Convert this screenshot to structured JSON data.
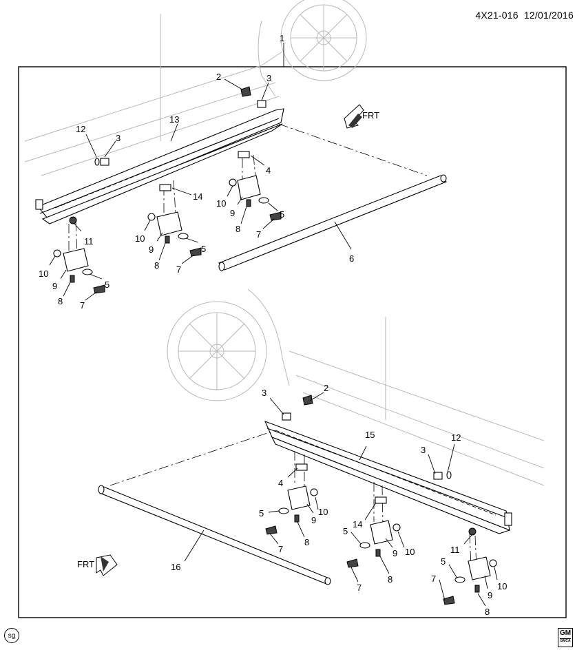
{
  "header": {
    "code": "4X21-016",
    "date": "12/01/2016"
  },
  "footer": {
    "sg_mark": "sg",
    "gm_logo_top": "GM",
    "gm_logo_bottom": "GMCA"
  },
  "direction_marker": "FRT",
  "callouts": {
    "top": [
      {
        "id": "c1",
        "text": "1"
      },
      {
        "id": "c2",
        "text": "2"
      },
      {
        "id": "c3a",
        "text": "3"
      },
      {
        "id": "c3b",
        "text": "3"
      },
      {
        "id": "c12",
        "text": "12"
      },
      {
        "id": "c13",
        "text": "13"
      },
      {
        "id": "c4",
        "text": "4"
      },
      {
        "id": "c14",
        "text": "14"
      },
      {
        "id": "c10a",
        "text": "10"
      },
      {
        "id": "c9a",
        "text": "9"
      },
      {
        "id": "c5a",
        "text": "5"
      },
      {
        "id": "c8a",
        "text": "8"
      },
      {
        "id": "c7a",
        "text": "7"
      },
      {
        "id": "c10b",
        "text": "10"
      },
      {
        "id": "c9b",
        "text": "9"
      },
      {
        "id": "c5b",
        "text": "5"
      },
      {
        "id": "c8b",
        "text": "8"
      },
      {
        "id": "c7b",
        "text": "7"
      },
      {
        "id": "c11",
        "text": "11"
      },
      {
        "id": "c10c",
        "text": "10"
      },
      {
        "id": "c9c",
        "text": "9"
      },
      {
        "id": "c5c",
        "text": "5"
      },
      {
        "id": "c8c",
        "text": "8"
      },
      {
        "id": "c7c",
        "text": "7"
      },
      {
        "id": "c6",
        "text": "6"
      }
    ],
    "bottom": [
      {
        "id": "d3a",
        "text": "3"
      },
      {
        "id": "d2",
        "text": "2"
      },
      {
        "id": "d15",
        "text": "15"
      },
      {
        "id": "d12",
        "text": "12"
      },
      {
        "id": "d3b",
        "text": "3"
      },
      {
        "id": "d4",
        "text": "4"
      },
      {
        "id": "d5a",
        "text": "5"
      },
      {
        "id": "d9a",
        "text": "9"
      },
      {
        "id": "d10a",
        "text": "10"
      },
      {
        "id": "d7a",
        "text": "7"
      },
      {
        "id": "d8a",
        "text": "8"
      },
      {
        "id": "d14",
        "text": "14"
      },
      {
        "id": "d5b",
        "text": "5"
      },
      {
        "id": "d9b",
        "text": "9"
      },
      {
        "id": "d10b",
        "text": "10"
      },
      {
        "id": "d7b",
        "text": "7"
      },
      {
        "id": "d8b",
        "text": "8"
      },
      {
        "id": "d11",
        "text": "11"
      },
      {
        "id": "d5c",
        "text": "5"
      },
      {
        "id": "d10c",
        "text": "10"
      },
      {
        "id": "d7c",
        "text": "7"
      },
      {
        "id": "d9c",
        "text": "9"
      },
      {
        "id": "d8c",
        "text": "8"
      },
      {
        "id": "d16",
        "text": "16"
      }
    ]
  }
}
